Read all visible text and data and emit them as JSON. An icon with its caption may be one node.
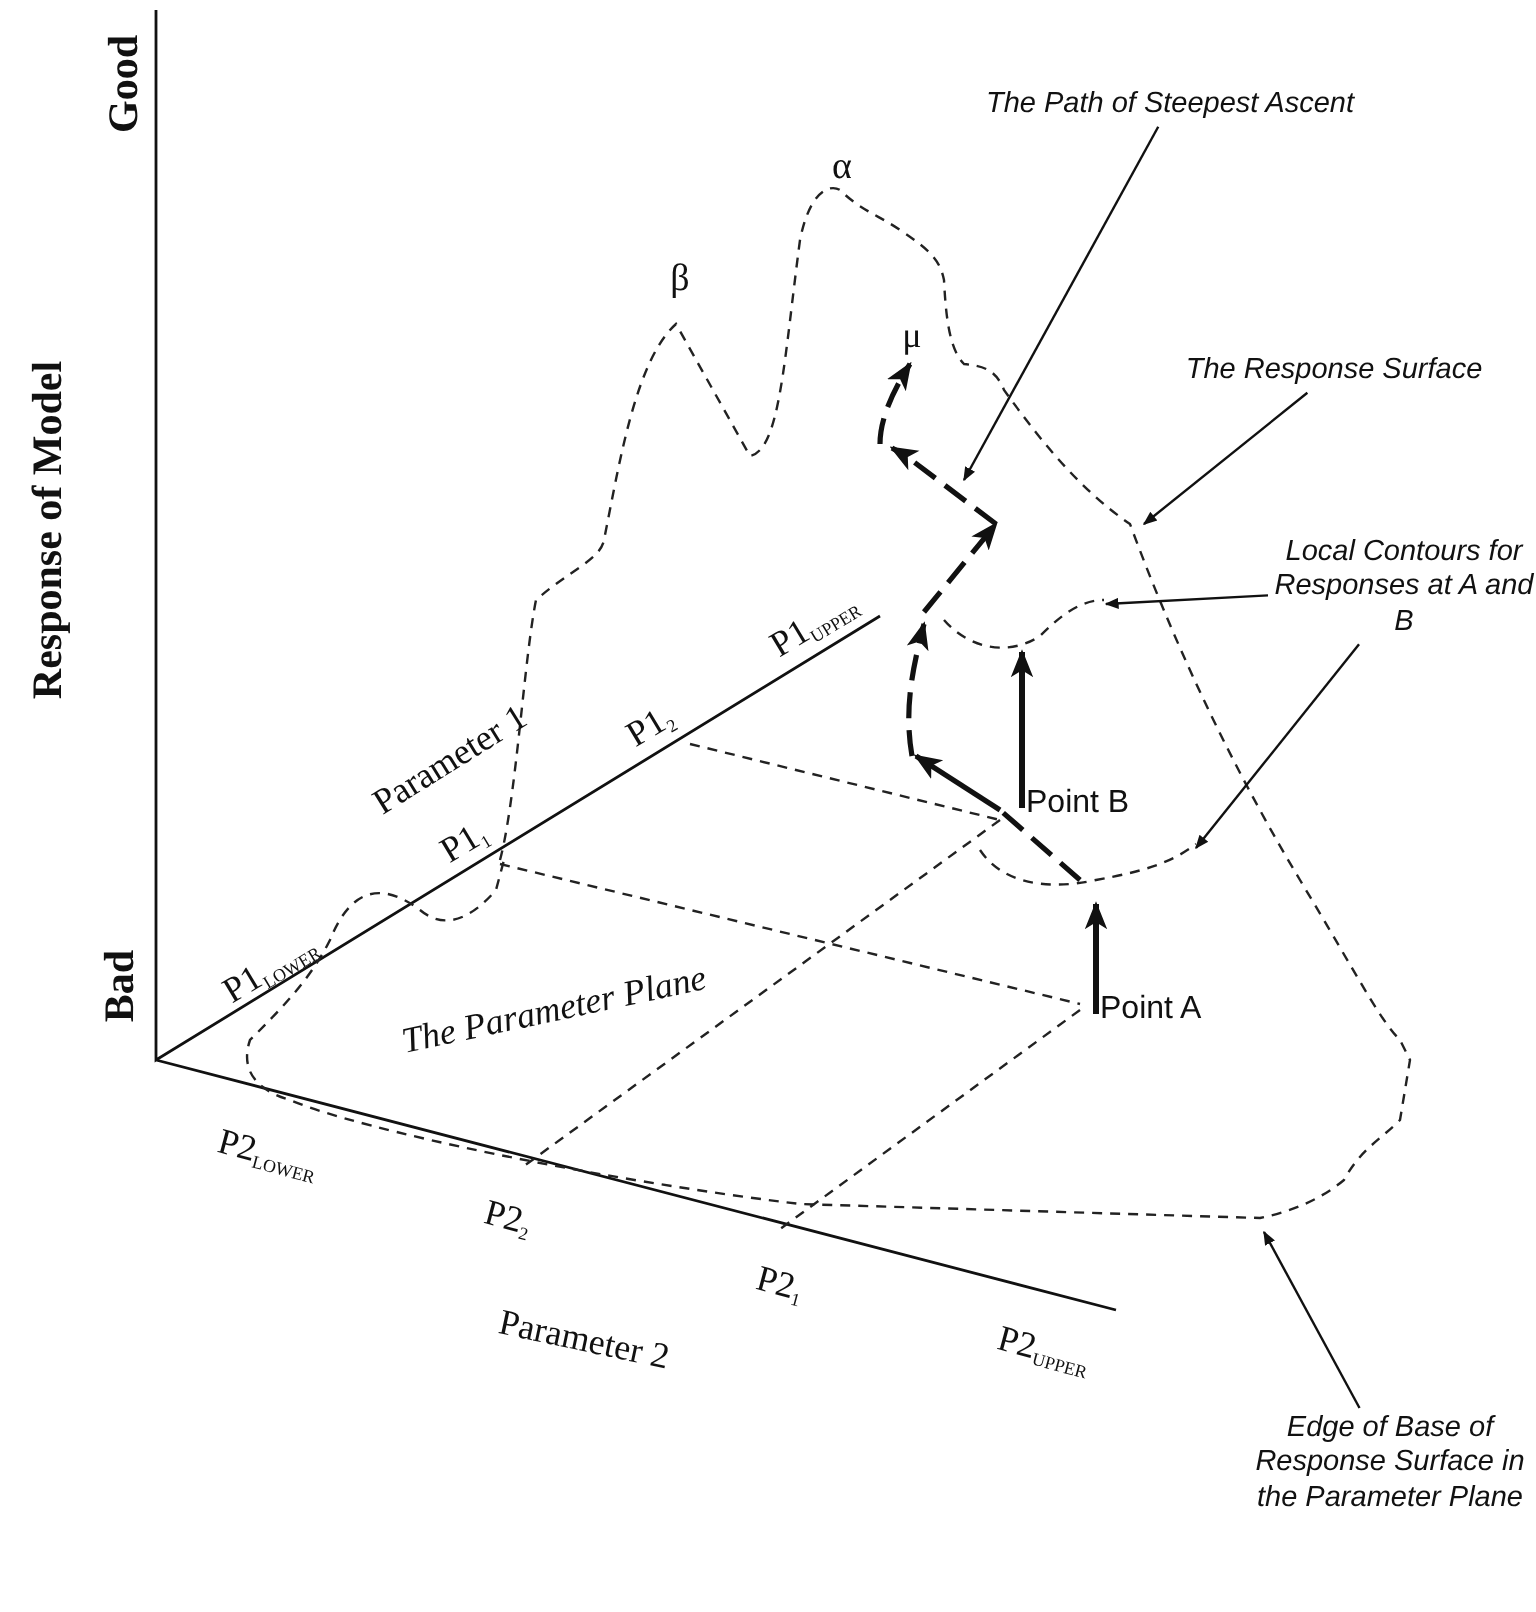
{
  "diagram": {
    "nodes": [
      {
        "text": [
          "The Path of Steepest Ascent"
        ]
      },
      {
        "text": [
          "The Response Surface"
        ]
      },
      {
        "text": [
          "Local Contours for Responses at A and B"
        ]
      },
      {
        "text": [
          "Point B"
        ]
      },
      {
        "text": [
          "Point A"
        ]
      },
      {
        "text": [
          "Edge of Base of Response Surface in the Parameter Plane"
        ]
      }
    ],
    "edges": [
      {
        "from": 0,
        "to": null,
        "arrow": "to"
      },
      {
        "from": 1,
        "to": null,
        "arrow": "to"
      },
      {
        "from": 2,
        "to": null,
        "arrow": "to"
      },
      {
        "from": 2,
        "to": null,
        "arrow": "to"
      },
      {
        "from": 3,
        "to": null,
        "arrow": "to",
        "style": "thick"
      },
      {
        "from": 4,
        "to": null,
        "arrow": "to",
        "style": "thick"
      },
      {
        "from": 5,
        "to": null,
        "arrow": "to"
      }
    ],
    "labels": [
      "Good",
      "Response of Model",
      "Bad",
      "α",
      "β",
      "μ",
      "Parameter 1",
      "P1$_{LOWER}$",
      "P1$_{1}$",
      "P1$_{2}$",
      "P1$_{UPPER}$",
      "The Parameter Plane",
      "P2$_{LOWER}$",
      "P2$_{2}$",
      "P2$_{1}$",
      "P2$_{UPPER}$",
      "Parameter 2"
    ]
  }
}
